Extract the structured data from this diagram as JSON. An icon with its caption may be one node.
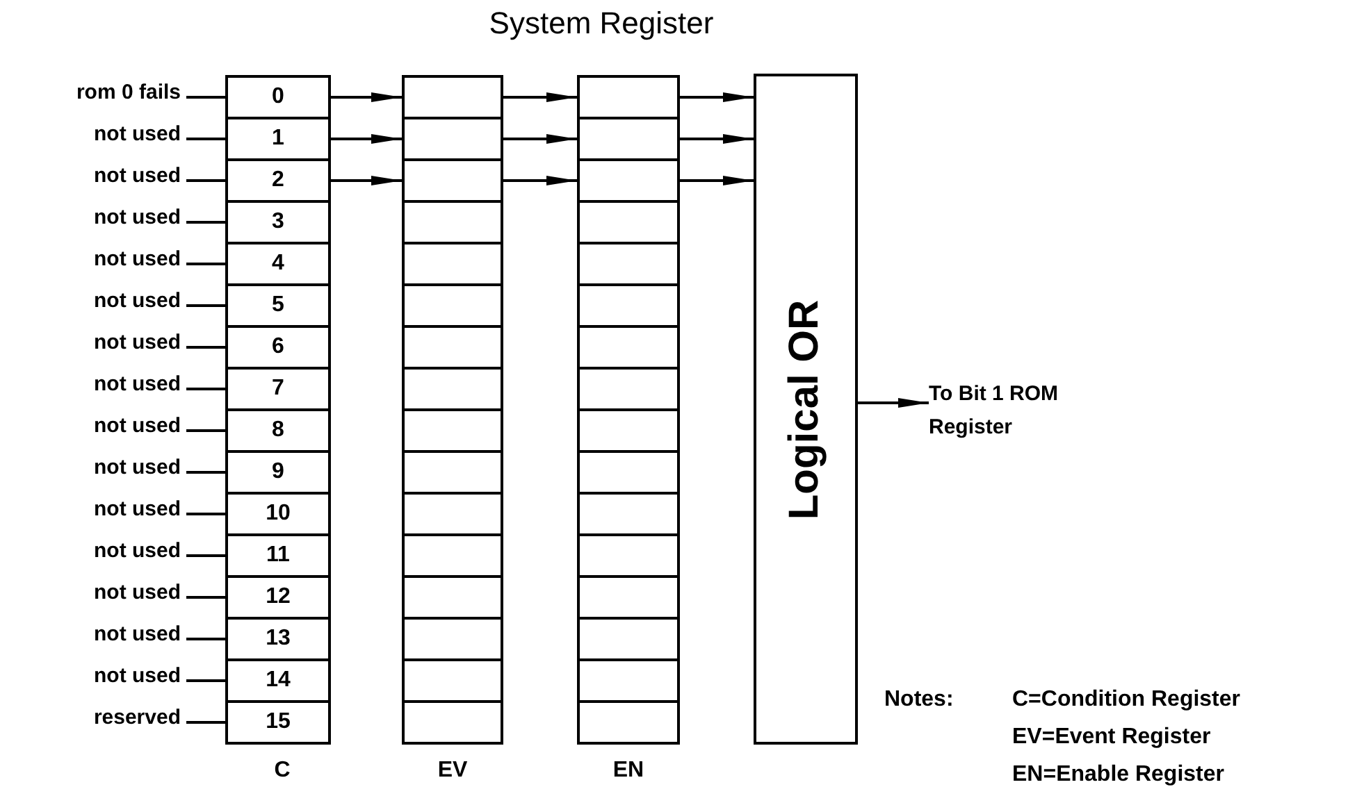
{
  "diagram": {
    "title": "System Register",
    "nodes": [
      {
        "text": [
          "rom 0 fails"
        ]
      },
      {
        "text": [
          "not used"
        ]
      },
      {
        "text": [
          "not used"
        ]
      },
      {
        "text": [
          "not used"
        ]
      },
      {
        "text": [
          "not used"
        ]
      },
      {
        "text": [
          "not used"
        ]
      },
      {
        "text": [
          "not used"
        ]
      },
      {
        "text": [
          "not used"
        ]
      },
      {
        "text": [
          "not used"
        ]
      },
      {
        "text": [
          "not used"
        ]
      },
      {
        "text": [
          "not used"
        ]
      },
      {
        "text": [
          "not used"
        ]
      },
      {
        "text": [
          "not used"
        ]
      },
      {
        "text": [
          "not used"
        ]
      },
      {
        "text": [
          "not used"
        ]
      },
      {
        "text": [
          "reserved"
        ]
      },
      {
        "text": [
          "0"
        ]
      },
      {
        "text": [
          "1"
        ]
      },
      {
        "text": [
          "2"
        ]
      },
      {
        "text": [
          "3"
        ]
      },
      {
        "text": [
          "4"
        ]
      },
      {
        "text": [
          "5"
        ]
      },
      {
        "text": [
          "6"
        ]
      },
      {
        "text": [
          "7"
        ]
      },
      {
        "text": [
          "8"
        ]
      },
      {
        "text": [
          "9"
        ]
      },
      {
        "text": [
          "10"
        ]
      },
      {
        "text": [
          "11"
        ]
      },
      {
        "text": [
          "12"
        ]
      },
      {
        "text": [
          "13"
        ]
      },
      {
        "text": [
          "14"
        ]
      },
      {
        "text": [
          "15"
        ]
      },
      {
        "text": [],
        "shape": "box"
      },
      {
        "text": [],
        "shape": "box"
      },
      {
        "text": [],
        "shape": "box"
      },
      {
        "text": [],
        "shape": "box"
      },
      {
        "text": [],
        "shape": "box"
      },
      {
        "text": [],
        "shape": "box"
      },
      {
        "text": [],
        "shape": "box"
      },
      {
        "text": [],
        "shape": "box"
      },
      {
        "text": [],
        "shape": "box"
      },
      {
        "text": [],
        "shape": "box"
      },
      {
        "text": [],
        "shape": "box"
      },
      {
        "text": [],
        "shape": "box"
      },
      {
        "text": [],
        "shape": "box"
      },
      {
        "text": [],
        "shape": "box"
      },
      {
        "text": [],
        "shape": "box"
      },
      {
        "text": [],
        "shape": "box"
      },
      {
        "text": [],
        "shape": "box"
      },
      {
        "text": [],
        "shape": "box"
      },
      {
        "text": [],
        "shape": "box"
      },
      {
        "text": [],
        "shape": "box"
      },
      {
        "text": [],
        "shape": "box"
      },
      {
        "text": [],
        "shape": "box"
      },
      {
        "text": [],
        "shape": "box"
      },
      {
        "text": [],
        "shape": "box"
      },
      {
        "text": [],
        "shape": "box"
      },
      {
        "text": [],
        "shape": "box"
      },
      {
        "text": [],
        "shape": "box"
      },
      {
        "text": [],
        "shape": "box"
      },
      {
        "text": [],
        "shape": "box"
      },
      {
        "text": [],
        "shape": "box"
      },
      {
        "text": [],
        "shape": "box"
      },
      {
        "text": [],
        "shape": "box"
      },
      {
        "text": [
          "Logical OR"
        ]
      },
      {
        "text": [
          "To Bit 1 ROM Register"
        ]
      }
    ],
    "edges": [
      {
        "from": 0,
        "to": 16,
        "arrow": "none"
      },
      {
        "from": 1,
        "to": 17,
        "arrow": "none"
      },
      {
        "from": 2,
        "to": 18,
        "arrow": "none"
      },
      {
        "from": 3,
        "to": 19,
        "arrow": "none"
      },
      {
        "from": 4,
        "to": 20,
        "arrow": "none"
      },
      {
        "from": 5,
        "to": 21,
        "arrow": "none"
      },
      {
        "from": 6,
        "to": 22,
        "arrow": "none"
      },
      {
        "from": 7,
        "to": 23,
        "arrow": "none"
      },
      {
        "from": 8,
        "to": 24,
        "arrow": "none"
      },
      {
        "from": 9,
        "to": 25,
        "arrow": "none"
      },
      {
        "from": 10,
        "to": 26,
        "arrow": "none"
      },
      {
        "from": 11,
        "to": 27,
        "arrow": "none"
      },
      {
        "from": 12,
        "to": 28,
        "arrow": "none"
      },
      {
        "from": 13,
        "to": 29,
        "arrow": "none"
      },
      {
        "from": 14,
        "to": 30,
        "arrow": "none"
      },
      {
        "from": 15,
        "to": 31,
        "arrow": "none"
      },
      {
        "from": 16,
        "to": 32,
        "arrow": "to"
      },
      {
        "from": 17,
        "to": 33,
        "arrow": "to"
      },
      {
        "from": 18,
        "to": 34,
        "arrow": "to"
      },
      {
        "from": 32,
        "to": 48,
        "arrow": "to"
      },
      {
        "from": 33,
        "to": 49,
        "arrow": "to"
      },
      {
        "from": 34,
        "to": 50,
        "arrow": "to"
      },
      {
        "from": 48,
        "to": 64,
        "arrow": "to"
      },
      {
        "from": 49,
        "to": 64,
        "arrow": "to"
      },
      {
        "from": 50,
        "to": 64,
        "arrow": "to"
      },
      {
        "from": 64,
        "to": 65,
        "arrow": "to"
      }
    ],
    "labels": [
      "C",
      "EV",
      "EN",
      "Notes:",
      "C=Condition Register",
      "EV=Event Register",
      "EN=Enable Register"
    ]
  }
}
